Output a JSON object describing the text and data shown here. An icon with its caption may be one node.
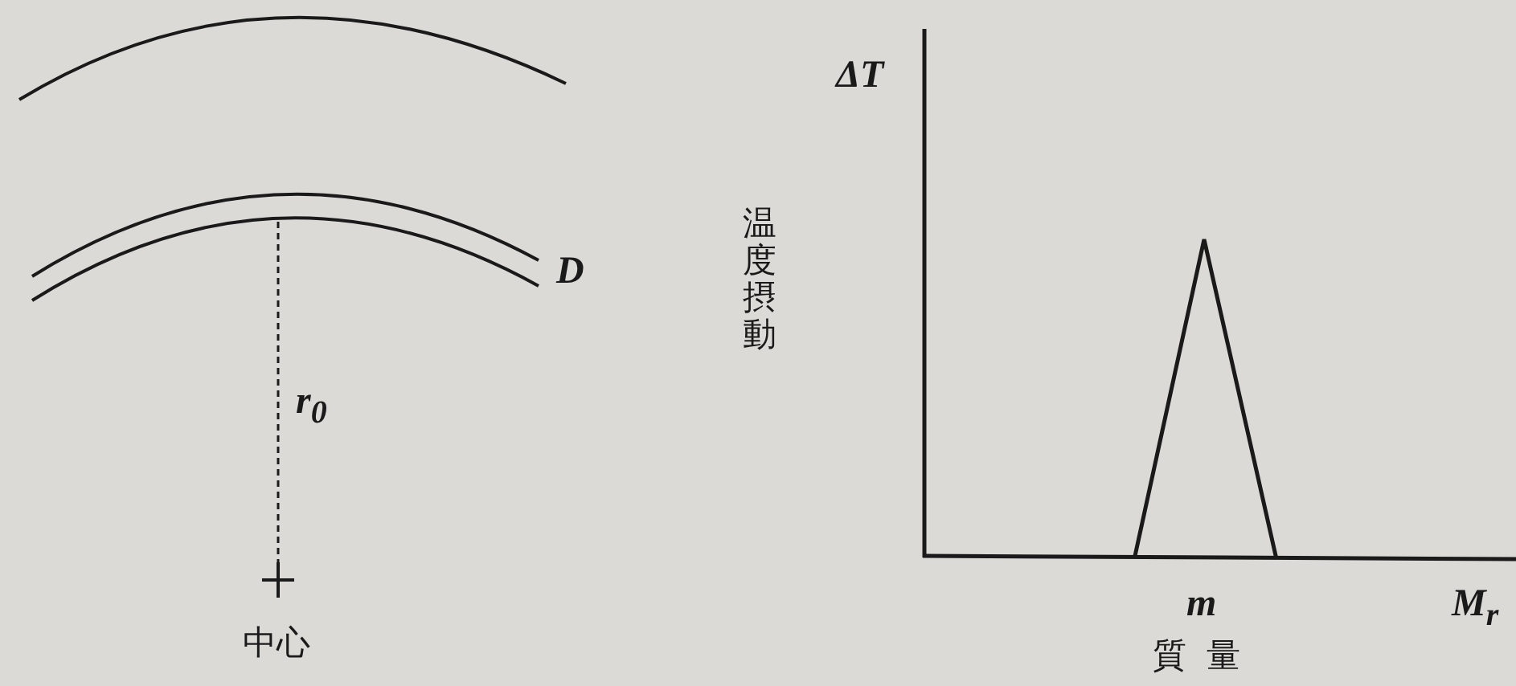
{
  "diagram": {
    "labels": [
      "D",
      "r$_{0}$",
      "中心",
      "ΔT",
      "温度摂動",
      "m",
      "M$_{r}$",
      "質量"
    ]
  }
}
